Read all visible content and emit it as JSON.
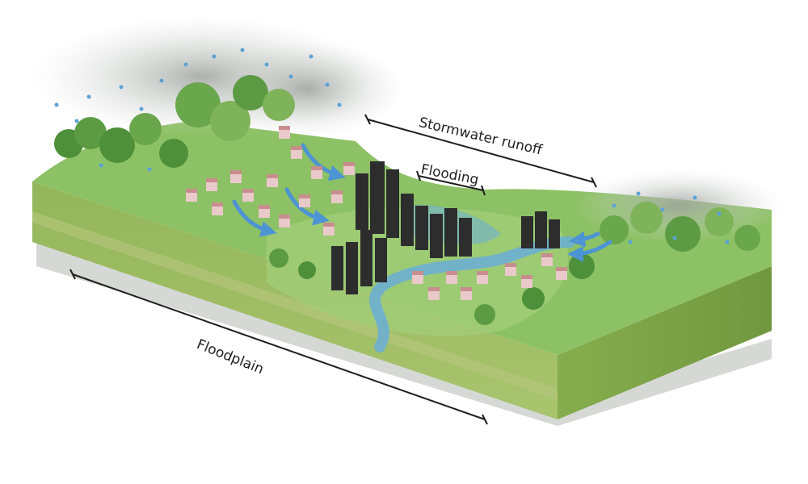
{
  "labels": {
    "stormwater_runoff": "Stormwater runoff",
    "flooding": "Flooding",
    "floodplain": "Floodplain"
  },
  "colors": {
    "grass_top": "#8cc063",
    "grass_light": "#a6d07a",
    "soil_front": "#9bbd5e",
    "soil_side": "#7ea847",
    "water": "#6aaed8",
    "arrow": "#4d94d4",
    "rain": "#5aa3d6",
    "tree_dark": "#4e8f3a",
    "tree_light": "#7fb35a",
    "building_dark": "#2d2d2d",
    "house_wall": "#e9c9c9",
    "house_roof": "#c98d8d",
    "cloud": "#c8ccc9",
    "measure_line": "#1e1e1e"
  },
  "icons": [
    "rain-drop-icon",
    "runoff-arrow-icon",
    "house-icon",
    "skyscraper-icon",
    "tree-icon"
  ]
}
